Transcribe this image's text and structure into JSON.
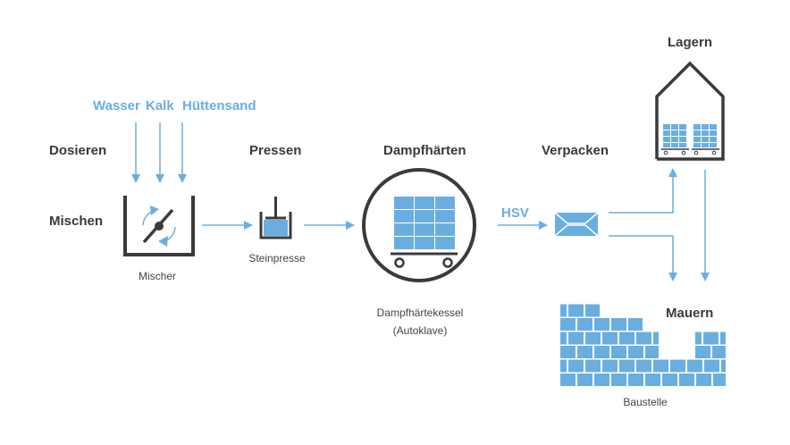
{
  "colors": {
    "accent": "#6aaee0",
    "brick": "#6aaee0",
    "dark": "#3a3a3a",
    "text": "#444444"
  },
  "stages": {
    "dosieren": "Dosieren",
    "mischen": "Mischen",
    "pressen": "Pressen",
    "dampfhaerten": "Dampfhärten",
    "verpacken": "Verpacken",
    "lagern": "Lagern",
    "mauern": "Mauern"
  },
  "ingredients": [
    "Wasser",
    "Kalk",
    "Hüttensand"
  ],
  "flow_label": "HSV",
  "captions": {
    "mischer": "Mischer",
    "steinpresse": "Steinpresse",
    "autoklav_line1": "Dampfhärtekessel",
    "autoklav_line2": "(Autoklave)",
    "baustelle": "Baustelle"
  },
  "icons": {
    "mixer": "mixer-icon",
    "press": "brick-press-icon",
    "autoclave": "autoclave-icon",
    "package": "package-icon",
    "warehouse": "warehouse-icon",
    "wall": "brick-wall-icon"
  }
}
